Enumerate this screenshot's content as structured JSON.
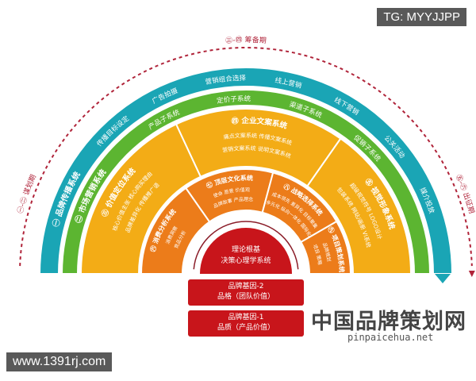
{
  "watermarks": {
    "top_right": "TG: MYYJJPP",
    "bottom_left": "www.1391rj.com"
  },
  "colors": {
    "teal": "#1aa5b5",
    "green": "#5cb531",
    "yellow": "#f3ac16",
    "orange": "#ec7c1a",
    "red": "#c8151b",
    "phase": "#b0243a"
  },
  "phases": [
    {
      "label": "㊀-㊁ 谋划期"
    },
    {
      "label": "㊂-㊃ 筹备期"
    },
    {
      "label": "㊄-㊅ 出征期"
    }
  ],
  "rings": {
    "teal": {
      "title": "㊀ 品牌传播系统",
      "items": [
        "传播目标设定",
        "广告拍摄",
        "营销组合选择",
        "线上营销",
        "线下营销",
        "公关活动",
        "媒介投放"
      ]
    },
    "green": {
      "title": "㊁ 市场营销系统",
      "items": [
        "产品子系统",
        "定价子系统",
        "渠道子系统",
        "促销子系统"
      ]
    },
    "yellow": [
      {
        "title": "㊂ 价值定位系统",
        "lines": [
          "核心价值主张  核心购买理由",
          "品牌差异化  传播推广语"
        ]
      },
      {
        "title": "㊃ 企业文案系统",
        "lines": [
          "痛点文案系统  传播文案系统",
          "营销文案系统  说明文案系统"
        ]
      },
      {
        "title": "㊄ 视觉形象系统",
        "lines": [
          "超级视觉符号  LOGO设计",
          "包装系统  网站/画册  VI系统"
        ]
      }
    ],
    "orange": [
      {
        "title": "㊅ 消费分析系统",
        "lines": [
          "消费洞察",
          "竞品分析"
        ]
      },
      {
        "title": "㊆ 顶层文化系统",
        "lines": [
          "使命 愿景 价值观",
          "品牌故事 产品理念"
        ]
      },
      {
        "title": "㊇ 战略选择系统",
        "lines": [
          "成本领先 差异化 目标聚集",
          "多元化 纵向一体化 国际化"
        ]
      },
      {
        "title": "㊈ 项目策划系统",
        "lines": [
          "品牌规划",
          "项目 策略"
        ]
      }
    ],
    "core": {
      "line1": "理论根基",
      "line2": "决策心理学系统"
    }
  },
  "genes": [
    {
      "title": "品牌基因-2",
      "sub": "品格（团队价值）"
    },
    {
      "title": "品牌基因-1",
      "sub": "品质（产品价值）"
    }
  ],
  "brand": {
    "name": "中国品牌策划网",
    "domain": "pinpaicehua.net"
  }
}
